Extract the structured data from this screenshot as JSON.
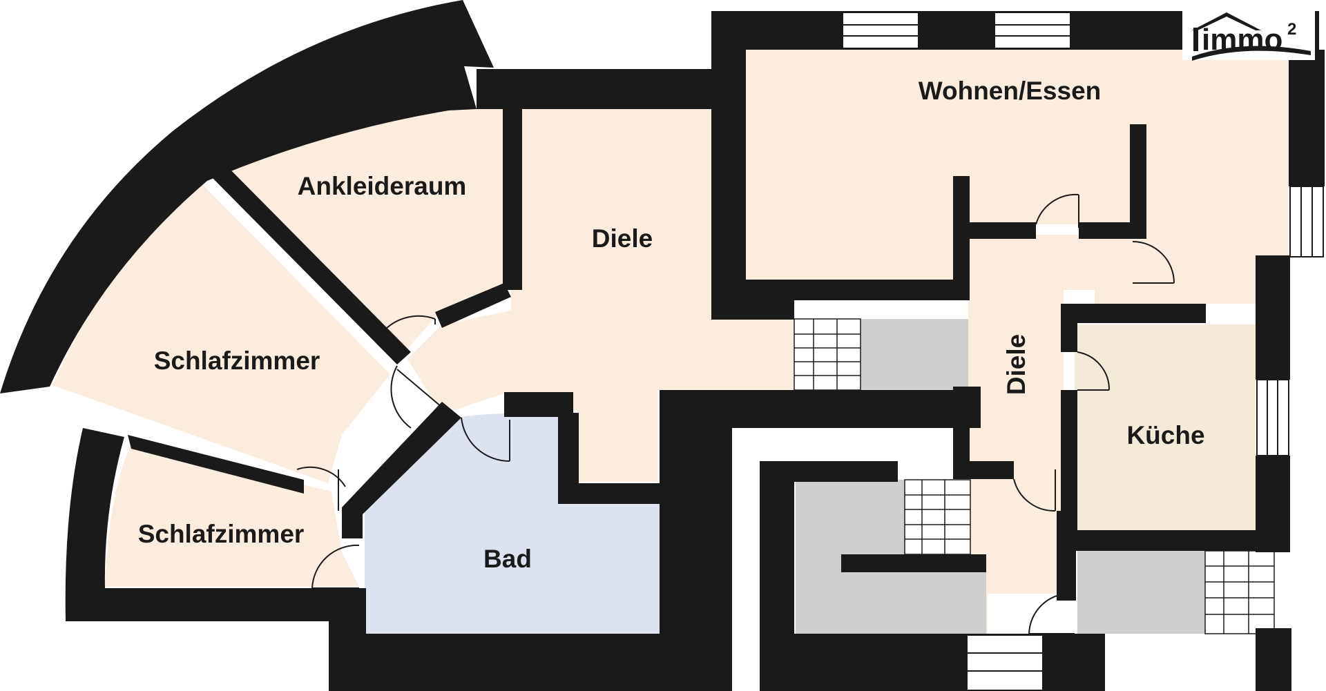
{
  "logo": {
    "text": "immo",
    "superscript": "2",
    "icon": "house-roof-icon"
  },
  "rooms": {
    "ankleideraum": {
      "label": "Ankleideraum",
      "fill": "#fbece0"
    },
    "schlafzimmer_main": {
      "label": "Schlafzimmer",
      "fill": "#fbece0"
    },
    "schlafzimmer_small": {
      "label": "Schlafzimmer",
      "fill": "#fbece0"
    },
    "diele_main": {
      "label": "Diele",
      "fill": "#fbece0"
    },
    "diele_corridor": {
      "label": "Diele",
      "fill": "#fbece0"
    },
    "wohnen_essen": {
      "label": "Wohnen/Essen",
      "fill": "#fbece0"
    },
    "kueche": {
      "label": "Küche",
      "fill": "#f3ead9"
    },
    "bad": {
      "label": "Bad",
      "fill": "#dde2ef"
    }
  },
  "colors": {
    "wall": "#1a1a1a",
    "stair_area": "#cfcfcf",
    "window": "#ffffff"
  }
}
